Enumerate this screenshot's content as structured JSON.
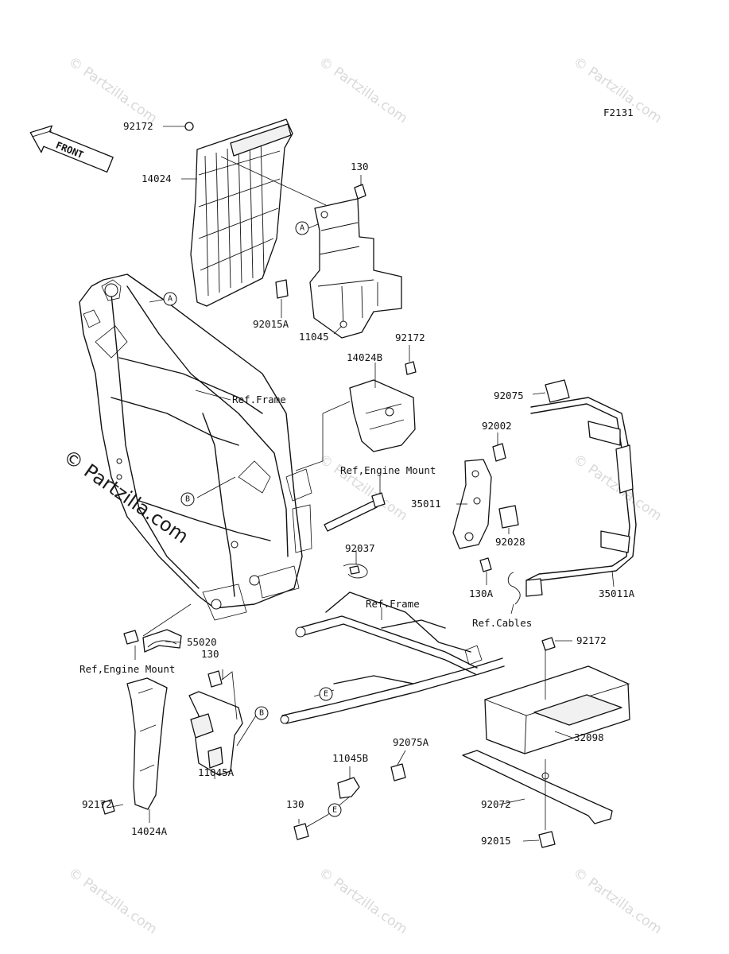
{
  "diagram_code": "F2131",
  "front_label": "FRONT",
  "watermark": {
    "text": "© Partzilla.com"
  },
  "parts": {
    "p92172_top": "92172",
    "p14024": "14024",
    "p130_top": "130",
    "p92015A": "92015A",
    "p11045": "11045",
    "p92172_mid": "92172",
    "p14024B": "14024B",
    "p92075": "92075",
    "p92002": "92002",
    "p35011": "35011",
    "p92028": "92028",
    "p92037": "92037",
    "p130A": "130A",
    "p35011A": "35011A",
    "p55020": "55020",
    "p130_mid": "130",
    "p92172_right": "92172",
    "p32098": "32098",
    "p92075A": "92075A",
    "p11045B": "11045B",
    "p11045A": "11045A",
    "p92172_low": "92172",
    "p14024A": "14024A",
    "p130_low": "130",
    "p92072": "92072",
    "p92015": "92015"
  },
  "references": {
    "frame_top": "Ref.Frame",
    "engine_mount_top": "Ref,Engine Mount",
    "frame_sub": "Ref.Frame",
    "cables": "Ref.Cables",
    "engine_mount_low": "Ref,Engine Mount"
  },
  "callouts": {
    "A1": "A",
    "A2": "A",
    "B1": "B",
    "B2": "B",
    "E1": "E",
    "E2": "E"
  }
}
